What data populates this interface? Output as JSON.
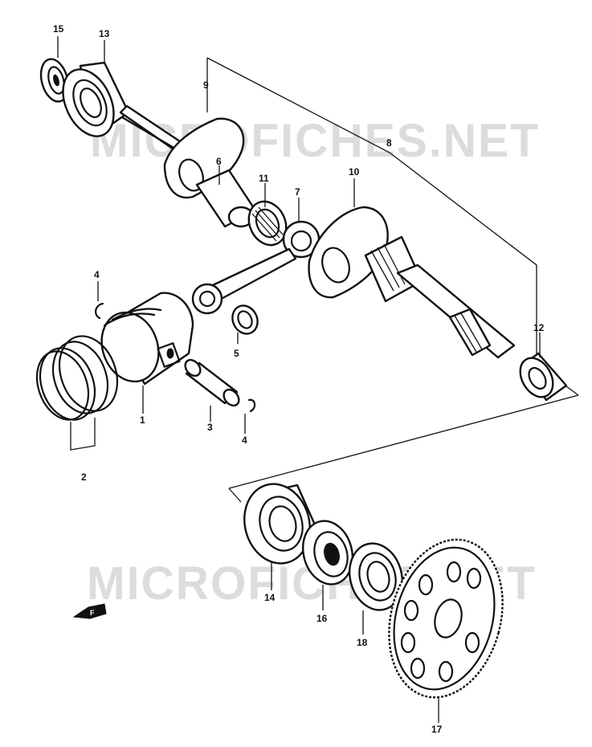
{
  "watermark": {
    "upper": "MICROFICHES.NET",
    "lower": "MICROFICHES.NET"
  },
  "parts": [
    {
      "num": "15"
    },
    {
      "num": "13"
    },
    {
      "num": "9"
    },
    {
      "num": "8"
    },
    {
      "num": "6"
    },
    {
      "num": "11"
    },
    {
      "num": "7"
    },
    {
      "num": "10"
    },
    {
      "num": "4"
    },
    {
      "num": "5"
    },
    {
      "num": "12"
    },
    {
      "num": "1"
    },
    {
      "num": "3"
    },
    {
      "num": "4"
    },
    {
      "num": "2"
    },
    {
      "num": "14"
    },
    {
      "num": "16"
    },
    {
      "num": "18"
    },
    {
      "num": "17"
    }
  ],
  "direction_mark": "F"
}
